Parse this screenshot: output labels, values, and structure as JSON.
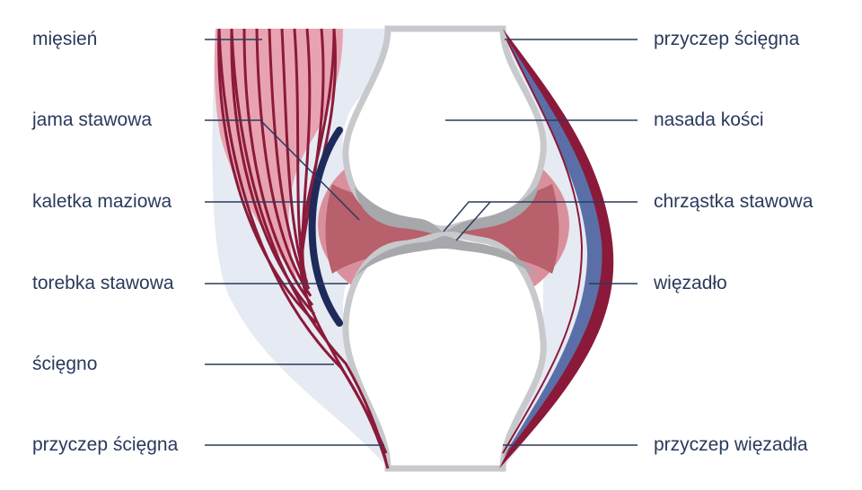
{
  "labels": {
    "left": [
      "mięsień",
      "jama stawowa",
      "kaletka maziowa",
      "torebka stawowa",
      "ścięgno",
      "przyczep ścięgna"
    ],
    "right": [
      "przyczep ścięgna",
      "nasada kości",
      "chrząstka stawowa",
      "więzadło",
      "przyczep więzadła"
    ]
  },
  "colors": {
    "text": "#2a3a5c",
    "leader_line": "#2a3a5c",
    "bone_fill": "#ffffff",
    "bone_outline": "#c8c9cc",
    "cartilage": "#a7a8ab",
    "joint_capsule": "#d9909c",
    "joint_cavity": "#b8606b",
    "muscle_tendon": "#8b1a3a",
    "muscle_light": "#e8a3b1",
    "bursa": "#1e2a5a",
    "ligament": "#5a6fa8",
    "soft_tissue": "#e6eaf3"
  }
}
